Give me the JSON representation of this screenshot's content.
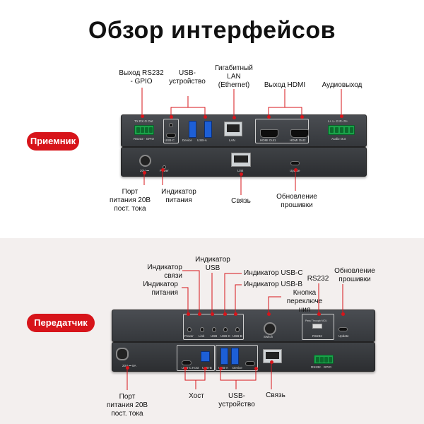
{
  "title": "Обзор интерфейсов",
  "receiver": {
    "badge": "Приемник",
    "labels": {
      "rs232_gpio": "Выход RS232\n- GPIO",
      "usb_device": "USB-\nустройство",
      "lan": "Гигабитный\nLAN\n(Ethernet)",
      "hdmi_out": "Выход HDMI",
      "audio_out": "Аудиовыход",
      "power_port": "Порт\nпитания 20В\nпост. тока",
      "power_led": "Индикатор\nпитания",
      "link": "Связь",
      "firmware": "Обновление\nпрошивки"
    },
    "panel_text": {
      "rs232": "RS232 · GPIO",
      "usbc": "USB-C",
      "device": "Device",
      "usba": "USB-A",
      "lan": "LAN",
      "hdmi1": "HDMI Out1",
      "hdmi2": "HDMI Out2",
      "audio": "Audio Out",
      "dc": "20V ⎓",
      "power": "Power",
      "link": "Link",
      "update": "Update",
      "term_top": "TX RX G Out",
      "audio_top": "L+ L- G R- R+"
    }
  },
  "transmitter": {
    "badge": "Передатчик",
    "labels": {
      "link_led": "Индикатор\nсвязи",
      "usb_led": "Индикатор\nUSB",
      "usbc_led": "Индикатор USB-C",
      "power_led": "Индикатор\nпитания",
      "usbb_led": "Индикатор USB-B",
      "switch_btn": "Кнопка\nпереключе\nния",
      "rs232": "RS232",
      "firmware": "Обновление\nпрошивки",
      "power_port": "Порт\nпитания 20В\nпост. тока",
      "host": "Хост",
      "usb_device": "USB-\nустройство",
      "link": "Связь"
    },
    "panel_text": {
      "power": "Power",
      "link": "Link",
      "usb": "USB",
      "usbc": "USB-C",
      "usbb": "USB-B",
      "switch": "Switch",
      "rs232": "RS232",
      "update": "Update",
      "dc": "20V ⎓ 8A",
      "host": "Host",
      "usba": "USB-A",
      "device": "Device",
      "gpio": "RS232 · GPIO",
      "sw_opts": "Pass Through  MCU"
    }
  }
}
